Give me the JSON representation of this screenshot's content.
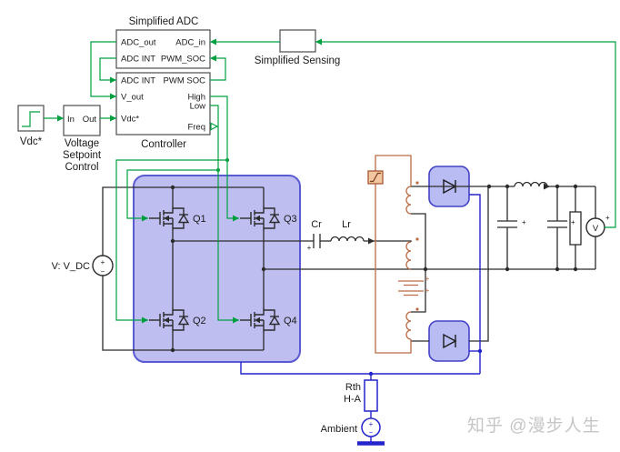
{
  "colors": {
    "signal_green": "#00a040",
    "thermal_blue": "#2424cc",
    "magnetic_orange": "#bb6a45",
    "subsystem_fill": "#b9bcf2",
    "subsystem_border": "#5a5ad2",
    "wire_black": "#2b2b2b",
    "watermark_gray": "#c6c6c6"
  },
  "adc": {
    "title": "Simplified ADC",
    "port_adc_out": "ADC_out",
    "port_adc_int": "ADC INT",
    "port_adc_in": "ADC_in",
    "port_pwm_soc": "PWM_SOC"
  },
  "sensing": {
    "label": "Simplified Sensing"
  },
  "controller": {
    "label": "Controller",
    "port_adc_int": "ADC INT",
    "port_v_out": "V_out",
    "port_vdc": "Vdc*",
    "port_pwm_soc": "PWM SOC",
    "port_high": "High",
    "port_low": "Low",
    "port_freq": "Freq"
  },
  "step": {
    "label": "Vdc*"
  },
  "setpoint": {
    "port_in": "In",
    "port_out": "Out",
    "label_line1": "Voltage",
    "label_line2": "Setpoint",
    "label_line3": "Control"
  },
  "bridge": {
    "q1": "Q1",
    "q2": "Q2",
    "q3": "Q3",
    "q4": "Q4"
  },
  "dc_source": {
    "label": "V: V_DC",
    "plus": "+",
    "minus": "−"
  },
  "tank": {
    "cr_label": "Cr",
    "lr_label": "Lr",
    "cap_plus": "+",
    "core_plus": "+"
  },
  "output": {
    "cap1_plus": "+",
    "cap2_plus": "+",
    "meter_label": "V",
    "meter_plus": "+"
  },
  "thermal": {
    "rth_line1": "Rth",
    "rth_line2": "H-A",
    "ambient_label": "Ambient",
    "plus": "+",
    "minus": "−"
  },
  "watermark": {
    "text": "知乎 @漫步人生"
  }
}
